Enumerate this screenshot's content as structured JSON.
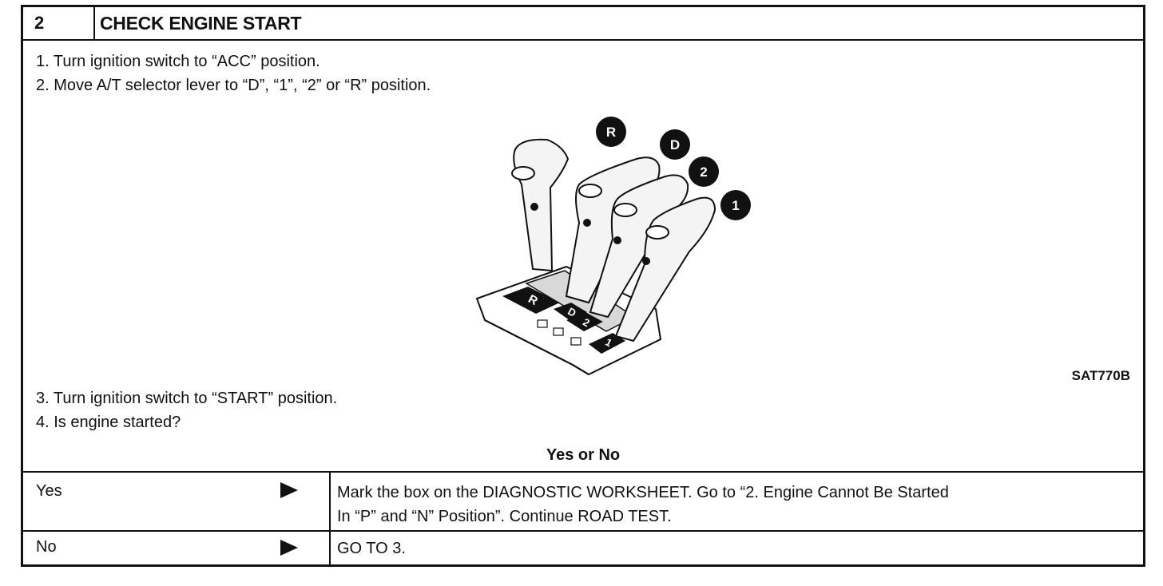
{
  "header": {
    "step_number": "2",
    "title": "CHECK ENGINE START"
  },
  "instructions": [
    "1. Turn ignition switch to “ACC” position.",
    "2. Move A/T selector lever to “D”, “1”, “2” or “R” position.",
    "3. Turn ignition switch to “START” position.",
    "4. Is engine started?"
  ],
  "figure": {
    "code": "SAT770B",
    "position_badges": [
      "R",
      "D",
      "2",
      "1"
    ],
    "gate_labels": [
      "R",
      "D",
      "2",
      "1"
    ]
  },
  "question_label": "Yes or No",
  "results": [
    {
      "answer": "Yes",
      "action_line1": "Mark the box on the DIAGNOSTIC WORKSHEET. Go to “2. Engine Cannot Be Started",
      "action_line2": "In “P” and “N” Position”. Continue ROAD TEST."
    },
    {
      "answer": "No",
      "action_line1": "GO TO 3."
    }
  ]
}
